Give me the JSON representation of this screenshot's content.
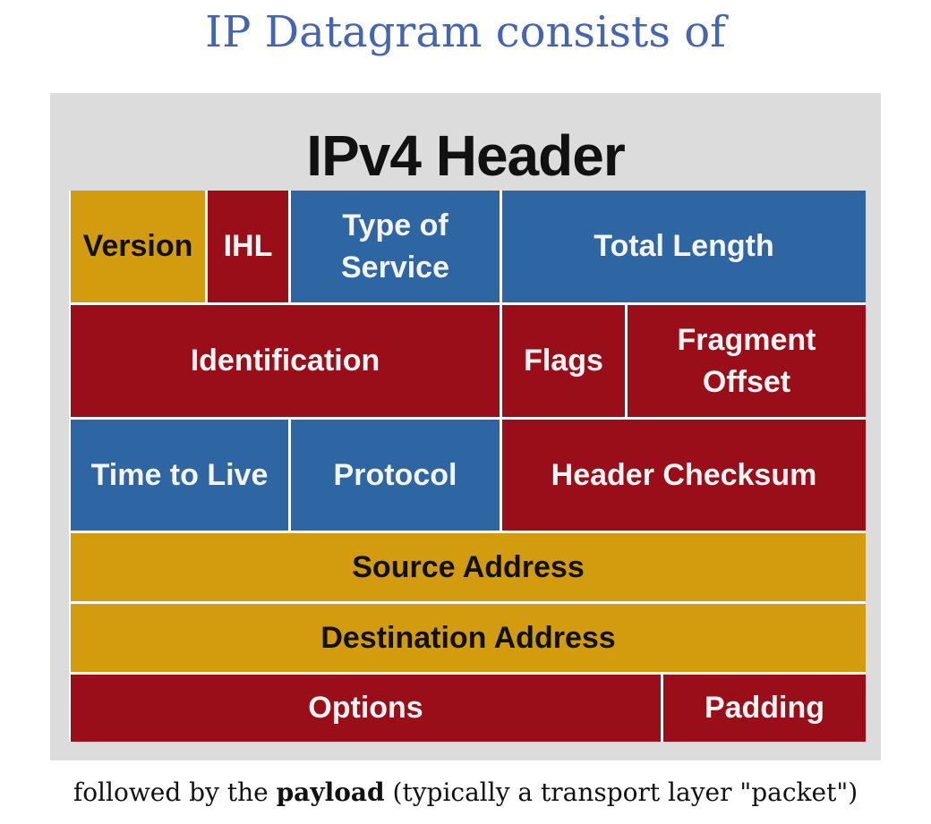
{
  "title": "IP Datagram consists of",
  "header_title": "IPv4 Header",
  "colors": {
    "gold": "#d29c0e",
    "red": "#990e19",
    "blue": "#2e66a3",
    "panel": "#dcdcdc",
    "title_blue": "#4466b0"
  },
  "fields": [
    {
      "label": "Version",
      "color": "gold"
    },
    {
      "label": "IHL",
      "color": "red"
    },
    {
      "label": "Type of Service",
      "color": "blue"
    },
    {
      "label": "Total Length",
      "color": "blue"
    },
    {
      "label": "Identification",
      "color": "red"
    },
    {
      "label": "Flags",
      "color": "red"
    },
    {
      "label": "Fragment Offset",
      "color": "red"
    },
    {
      "label": "Time to Live",
      "color": "blue"
    },
    {
      "label": "Protocol",
      "color": "blue"
    },
    {
      "label": "Header Checksum",
      "color": "red"
    },
    {
      "label": "Source Address",
      "color": "gold"
    },
    {
      "label": "Destination Address",
      "color": "gold"
    },
    {
      "label": "Options",
      "color": "red"
    },
    {
      "label": "Padding",
      "color": "red"
    }
  ],
  "footnote": {
    "before": "followed by the",
    "bold": "payload",
    "after": "(typically a transport layer \"packet\")"
  }
}
